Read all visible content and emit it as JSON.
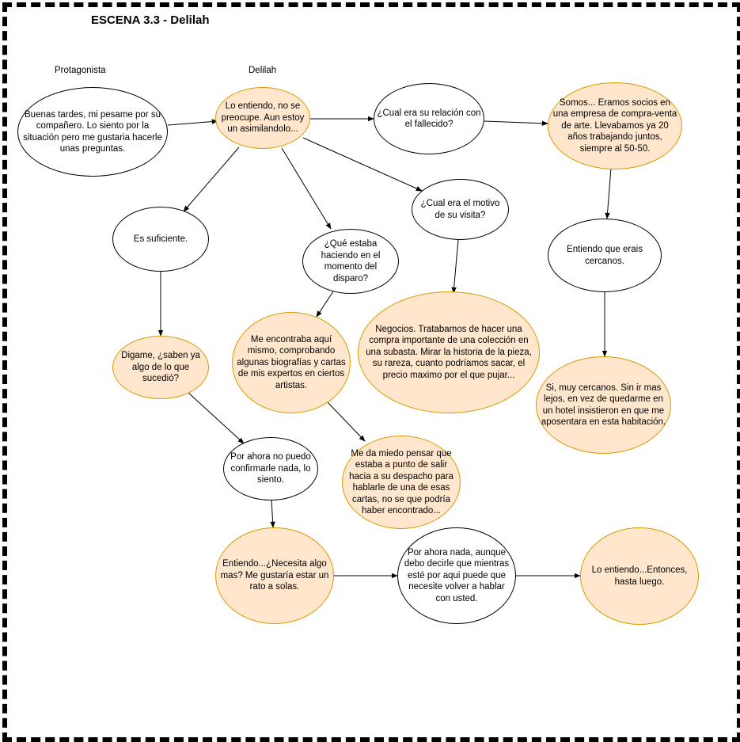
{
  "title": "ESCENA 3.3 - Delilah",
  "labels": {
    "protagonist": "Protagonista",
    "delilah": "Delilah"
  },
  "colors": {
    "delilah_fill": "#ffe6cc",
    "delilah_stroke": "#d79b00",
    "protagonist_fill": "#ffffff",
    "protagonist_stroke": "#000000"
  },
  "nodes": {
    "n1": "Buenas tardes, mi pesame por su\ncompañero. Lo siento por la\nsituación pero me gustaria hacerle\nunas preguntas.",
    "n2": "Lo entiendo, no se\npreocupe. Aun estoy\nun asimilandolo...",
    "n3": "¿Cual era su relación con\nel fallecido?",
    "n4": "Somos... Eramos socios en\nuna empresa de compra-venta\nde arte. Llevabamos ya 20\naños trabajando juntos,\nsiempre al 50-50.",
    "n5": "Es suficiente.",
    "n6": "¿Qué estaba\nhaciendo en el\nmomento del\ndisparo?",
    "n7": "¿Cual era el motivo\nde su visita?",
    "n8": "Entiendo que erais\ncercanos.",
    "n9": "Digame, ¿saben ya\nalgo de lo que\nsucedió?",
    "n10": "Me encontraba aquí\nmismo, comprobando\nalgunas biografías y cartas\nde mis expertos en ciertos\nartistas.",
    "n11": "Negocios. Tratabamos de hacer una\ncompra importante de una colección en\nuna subasta. Mirar la historia de la pieza,\nsu rareza, cuanto podríamos sacar, el\nprecio maximo por el que pujar...",
    "n12": "Si, muy cercanos. Sin ir mas\nlejos, en vez de quedarme en\nun hotel insistieron en que me\naposentara en esta habitación.",
    "n13": "Por ahora no puedo\nconfirmarle nada, lo\nsiento.",
    "n14": "Me da miedo pensar que\nestaba a punto de salir\nhacia a su despacho para\nhablarle de una de esas\ncartas, no se que podría\nhaber encontrado...",
    "n15": "Entiendo...¿Necesita algo\nmas? Me gustaría estar un\nrato a solas.",
    "n16": "Por ahora nada, aunque\ndebo decirle que mientras\nesté por aqui puede que\nnecesite volver a hablar\ncon usted.",
    "n17": "Lo entiendo...Entonces,\nhasta luego."
  }
}
